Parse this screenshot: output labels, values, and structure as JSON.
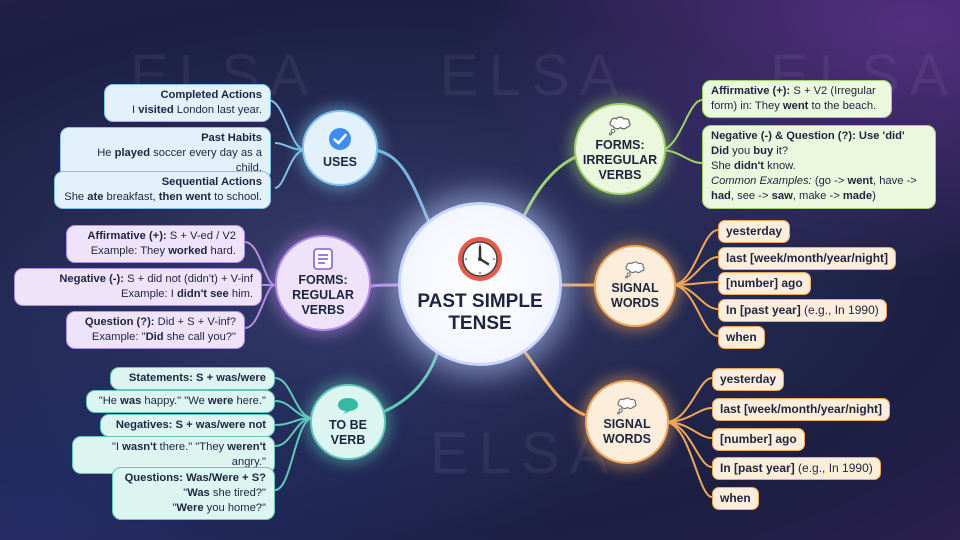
{
  "watermark": "ELSA",
  "center": {
    "title_line1": "PAST SIMPLE",
    "title_line2": "TENSE"
  },
  "uses": {
    "label": "USES",
    "items": [
      {
        "title": "Completed Actions",
        "pre": "I ",
        "bold1": "visited",
        "post": " London last year."
      },
      {
        "title": "Past Habits",
        "pre": "He ",
        "bold1": "played",
        "post": " soccer every day as a child."
      },
      {
        "title": "Sequential Actions",
        "pre": "She ",
        "bold1": "ate",
        "mid": " breakfast, ",
        "bold2": "then went",
        "post": " to school."
      }
    ]
  },
  "forms_regular": {
    "label_line1": "FORMS:",
    "label_line2": "REGULAR",
    "label_line3": "VERBS",
    "items": [
      {
        "title": "Affirmative (+):",
        "title_rest": " S + V-ed / V2",
        "pre": "Example: They ",
        "bold1": "worked",
        "post": " hard."
      },
      {
        "title": "Negative (-):",
        "title_rest": " S + did not (didn't) + V-inf",
        "pre": "Example: I ",
        "bold1": "didn't see",
        "post": " him."
      },
      {
        "title": "Question (?):",
        "title_rest": " Did + S + V-inf?",
        "pre": "Example: \"",
        "bold1": "Did",
        "post": " she call you?\""
      }
    ]
  },
  "to_be": {
    "label_line1": "TO BE",
    "label_line2": "VERB",
    "items": [
      {
        "text_bold": "Statements:",
        "text_rest": " S + was/were"
      },
      {
        "pre": "\"He ",
        "bold1": "was",
        "mid": " happy.\" \"We ",
        "bold2": "were",
        "post": " here.\""
      },
      {
        "text_bold": "Negatives:",
        "text_rest": " S + was/were not"
      },
      {
        "pre": "\"I ",
        "bold1": "wasn't",
        "mid": " there.\" \"They ",
        "bold2": "weren't",
        "post": " angry.\""
      },
      {
        "title": "Questions: Was/Were + S?",
        "line2_pre": "\"",
        "line2_bold": "Was",
        "line2_post": " she tired?\"",
        "line3_pre": "\"",
        "line3_bold": "Were",
        "line3_post": " you home?\""
      }
    ]
  },
  "forms_irregular": {
    "label_line1": "FORMS:",
    "label_line2": "IRREGULAR",
    "label_line3": "VERBS",
    "affirmative": {
      "bold": "Affirmative (+):",
      "rest": " S + V2 (Irregular form) in: They ",
      "bold2": "went",
      "post": " to the beach."
    },
    "negative": {
      "title": "Negative (-) & Question (?): Use 'did'",
      "l2_bold": "Did",
      "l2_rest": " you ",
      "l2_bold2": "buy",
      "l2_post": " it?",
      "l3_pre": "She ",
      "l3_bold": "didn't",
      "l3_post": " know.",
      "l4_ital": "Common Examples:",
      "l4_a": " (go -> ",
      "l4_b1": "went",
      "l4_c": ", have -> ",
      "l5_b1": "had",
      "l5_a": ", see -> ",
      "l5_b2": "saw",
      "l5_c": ", make -> ",
      "l5_b3": "made",
      "l5_d": ")"
    }
  },
  "signal_words_1": {
    "label_line1": "SIGNAL",
    "label_line2": "WORDS",
    "items": [
      "yesterday",
      "last [week/month/year/night]",
      "[number] ago",
      "In [past year] (e.g., In 1990)",
      "when"
    ]
  },
  "signal_words_2": {
    "label_line1": "SIGNAL",
    "label_line2": "WORDS",
    "items": [
      "yesterday",
      "last [week/month/year/night]",
      "[number] ago",
      "In [past year] (e.g., In 1990)",
      "when"
    ]
  },
  "colors": {
    "blue": "#7ec3ef",
    "purple": "#b58ce6",
    "teal": "#61c9b8",
    "green": "#9ed36c",
    "orange": "#f2a657"
  }
}
